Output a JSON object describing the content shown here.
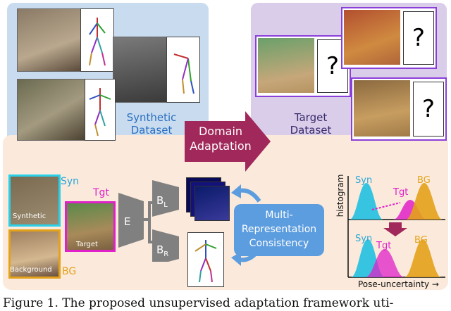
{
  "synthetic": {
    "line1": "Synthetic",
    "line2": "Dataset"
  },
  "target": {
    "line1": "Target",
    "line2": "Dataset",
    "unknown_mark": "?"
  },
  "arrow": {
    "line1": "Domain",
    "line2": "Adaptation"
  },
  "inputs": {
    "syn_tag": "Syn",
    "syn_caption": "Synthetic",
    "tgt_tag": "Tgt",
    "tgt_caption": "Target",
    "bg_tag": "BG",
    "bg_caption": "Background"
  },
  "network": {
    "encoder": "E",
    "branch_l": "B",
    "branch_l_sub": "L",
    "branch_r": "B",
    "branch_r_sub": "R"
  },
  "consistency": {
    "line1": "Multi-",
    "line2": "Representation",
    "line3": "Consistency"
  },
  "histogram": {
    "ylabel": "histogram",
    "xlabel": "Pose-uncertainty →",
    "top": {
      "syn": "Syn",
      "tgt": "Tgt",
      "bg": "BG"
    },
    "bottom": {
      "syn": "Syn",
      "tgt": "Tgt",
      "bg": "BG"
    }
  },
  "caption": "Figure 1. The proposed unsupervised adaptation framework uti-",
  "colors": {
    "syn": "#2aa6d8",
    "tgt": "#e020c8",
    "bg": "#e3a21a",
    "arrow": "#a0285a",
    "accent_box": "#5c9ddf"
  }
}
